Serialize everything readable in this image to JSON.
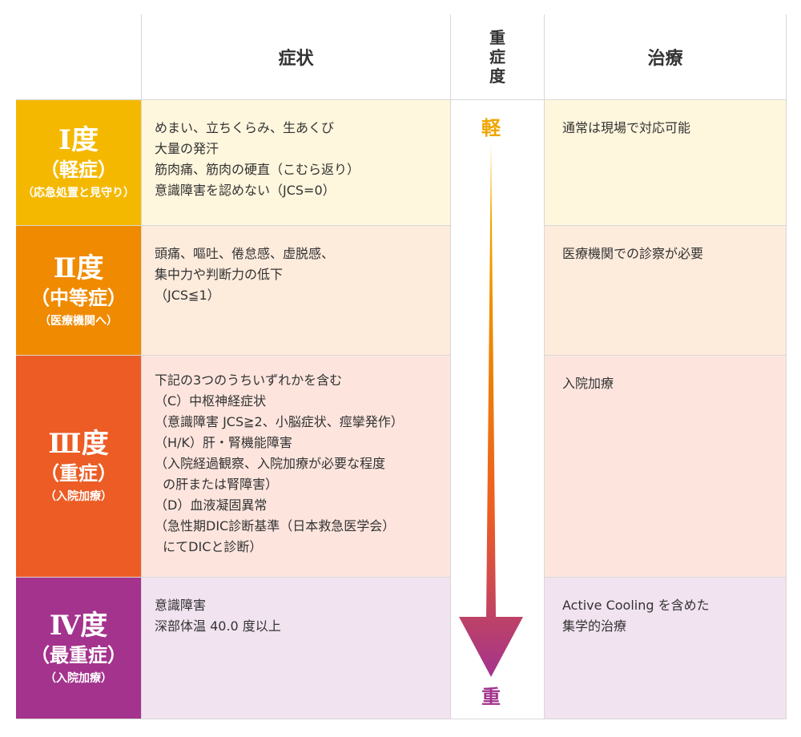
{
  "header": {
    "symptoms": "症状",
    "severity": [
      "重",
      "症",
      "度"
    ],
    "treatment": "治療"
  },
  "severity_labels": {
    "light": "軽",
    "heavy": "重"
  },
  "rows": [
    {
      "grade": "Ⅰ度",
      "sub": "（軽症）",
      "note": "（応急処置と見守り）",
      "symptoms": [
        "めまい、立ちくらみ、生あくび",
        "大量の発汗",
        "筋肉痛、筋肉の硬直（こむら返り）",
        "意識障害を認めない（JCS=0）"
      ],
      "treatment": [
        "通常は現場で対応可能"
      ]
    },
    {
      "grade": "Ⅱ度",
      "sub": "（中等症）",
      "note": "（医療機関へ）",
      "symptoms": [
        "頭痛、嘔吐、倦怠感、虚脱感、",
        "集中力や判断力の低下",
        "（JCS≦1）"
      ],
      "treatment": [
        "医療機関での診察が必要"
      ]
    },
    {
      "grade": "Ⅲ度",
      "sub": "（重症）",
      "note": "（入院加療）",
      "symptoms": [
        "下記の3つのうちいずれかを含む",
        "（C）中枢神経症状",
        "（意識障害 JCS≧2、小脳症状、痙攣発作）",
        "（H/K）肝・腎機能障害",
        "（入院経過観察、入院加療が必要な程度",
        "  の肝または腎障害）",
        "（D）血液凝固異常",
        "（急性期DIC診断基準（日本救急医学会）",
        "  にてDICと診断）"
      ],
      "treatment": [
        "入院加療"
      ]
    },
    {
      "grade": "Ⅳ度",
      "sub": "（最重症）",
      "note": "（入院加療）",
      "symptoms": [
        "意識障害",
        "深部体温 40.0 度以上"
      ],
      "treatment": [
        "Active Cooling を含めた",
        "集学的治療"
      ]
    }
  ],
  "colors": {
    "grade1": "#f5b800",
    "grade2": "#f08a00",
    "grade3": "#ec5c24",
    "grade4": "#a3338d"
  }
}
